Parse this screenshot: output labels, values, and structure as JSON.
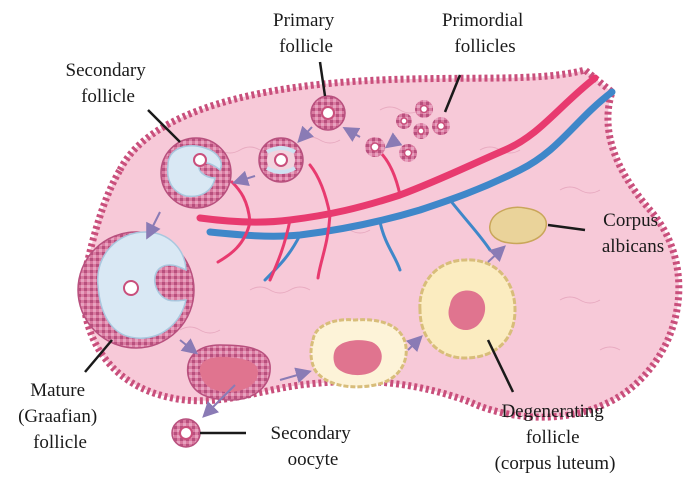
{
  "labels": {
    "primary_follicle": [
      "Primary",
      "follicle"
    ],
    "primordial_follicles": [
      "Primordial",
      "follicles"
    ],
    "secondary_follicle": [
      "Secondary",
      "follicle"
    ],
    "corpus_albicans": [
      "Corpus",
      "albicans"
    ],
    "mature_follicle": [
      "Mature",
      "(Graafian)",
      "follicle"
    ],
    "secondary_oocyte": [
      "Secondary",
      "oocyte"
    ],
    "degenerating_follicle": [
      "Degenerating",
      "follicle",
      "(corpus luteum)"
    ]
  },
  "colors": {
    "ovary_fill": "#f7c9d8",
    "ovary_border": "#c94f7c",
    "artery": "#e83a6f",
    "vein": "#3f87c9",
    "arrow": "#8a7bb5",
    "luteum": "#fbecc0",
    "albicans": "#ead39a"
  }
}
